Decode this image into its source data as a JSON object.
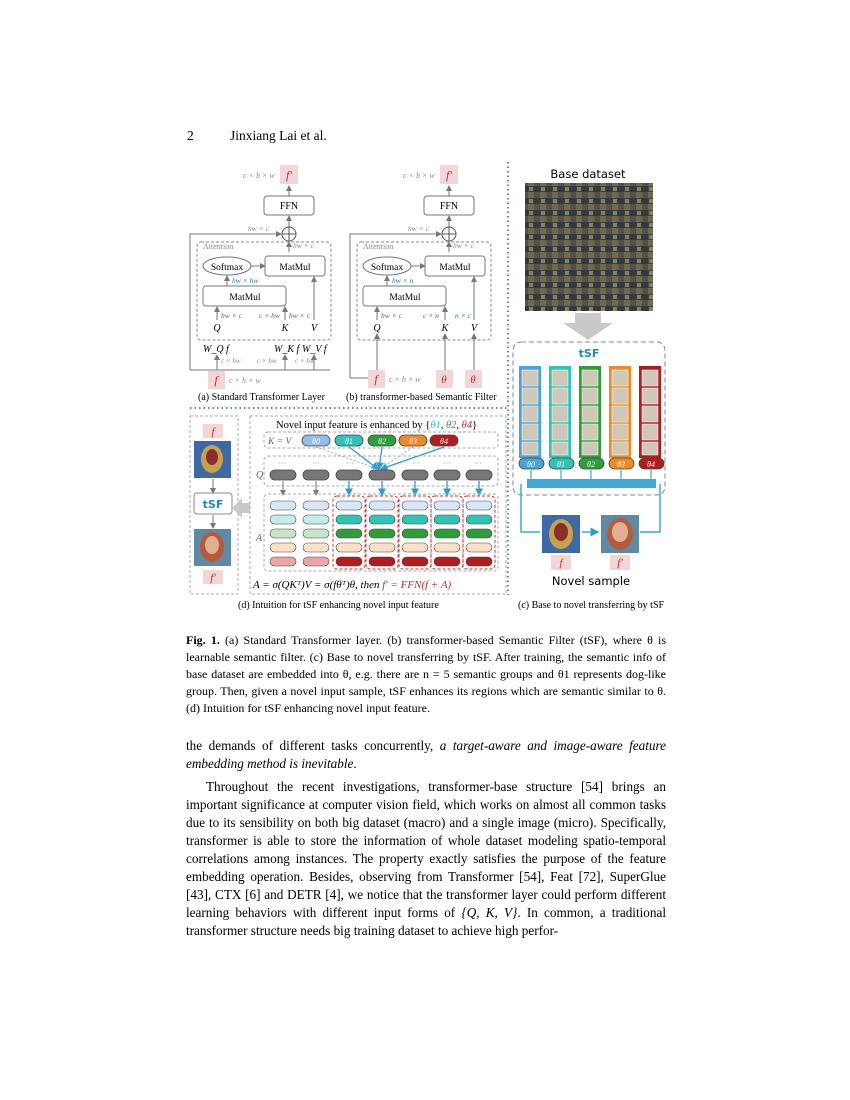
{
  "header": {
    "page_number": "2",
    "authors": "Jinxiang Lai et al."
  },
  "figure": {
    "panel_a": {
      "caption": "(a) Standard Transformer Layer",
      "out_dim": "c × h × w",
      "out_var": "f′",
      "ffn": "FFN",
      "hwc_left": "hw × c",
      "hwc_right": "hw × c",
      "attention": "Attention",
      "softmax": "Softmax",
      "matmul_top": "MatMul",
      "hwhw": "hw × hw",
      "matmul_bottom": "MatMul",
      "d_q": "hw × c",
      "d_k": "c × hw",
      "d_v": "hw × c",
      "q": "Q",
      "k": "K",
      "v": "V",
      "wq": "W_Q f",
      "wk": "W_K f",
      "wv": "W_V f",
      "d_in1": "c × hw",
      "d_in2": "c × hw",
      "d_in3": "c × hw",
      "in_var": "f",
      "in_dim": "c × h × w"
    },
    "panel_b": {
      "caption": "(b) transformer-based Semantic Filter",
      "out_dim": "c × h × w",
      "out_var": "f′",
      "ffn": "FFN",
      "hwc_left": "hw × c",
      "hwc_right": "hw × c",
      "attention": "Attention",
      "softmax": "Softmax",
      "matmul_top": "MatMul",
      "hwn": "hw × n",
      "matmul_bottom": "MatMul",
      "d_q": "hw × c",
      "d_k": "c × n",
      "d_v": "n × c",
      "q": "Q",
      "k": "K",
      "v": "V",
      "in_var": "f",
      "in_dim": "c × h × w",
      "theta1": "θ",
      "theta2": "θ"
    },
    "panel_c": {
      "title": "Base dataset",
      "tsf": "tSF",
      "thetas": [
        "θ0",
        "θ1",
        "θ2",
        "θ3",
        "θ4"
      ],
      "f": "f",
      "f_prime": "f′",
      "novel": "Novel sample",
      "caption": "(c) Base to novel transferring by tSF"
    },
    "panel_d": {
      "heading_prefix": "Novel input feature is enhanced by {",
      "heading_terms": [
        "θ1",
        "θ2",
        "θ4"
      ],
      "heading_suffix": "}",
      "kv": "K = V",
      "q": "Q",
      "a": "A",
      "thetas": [
        "θ0",
        "θ1",
        "θ2",
        "θ3",
        "θ4"
      ],
      "f": "f",
      "tsf": "tSF",
      "f_prime": "f′",
      "formula": "A = σ(QK",
      "formula_full_black": "A = σ(QKᵀ)V = σ(fθᵀ)θ, then ",
      "formula_red": "f′ = FFN(f + A)",
      "caption": "(d) Intuition for tSF enhancing novel input feature"
    },
    "colors": {
      "theta0": "#8fbfe8",
      "theta1": "#2ec4b6",
      "theta2": "#2e9e3a",
      "theta3": "#f08a24",
      "theta4": "#b31c1c",
      "tsf_blue": "#1e88c7"
    }
  },
  "caption": {
    "label": "Fig. 1.",
    "text": "(a) Standard Transformer layer. (b) transformer-based Semantic Filter (tSF), where θ is learnable semantic filter. (c) Base to novel transferring by tSF. After training, the semantic info of base dataset are embedded into θ, e.g. there are n = 5 semantic groups and θ1 represents dog-like group. Then, given a novel input sample, tSF enhances its regions which are semantic similar to θ. (d) Intuition for tSF enhancing novel input feature."
  },
  "body": {
    "p1_start": "the demands of different tasks concurrently, ",
    "p1_italic": "a target-aware and image-aware feature embedding method is inevitable",
    "p1_end": ".",
    "p2_a": "Throughout the recent investigations, transformer-base structure [54] brings an important significance at computer vision field, which works on almost all common tasks due to its sensibility on both big dataset (macro) and a single image (micro). Specifically, transformer is able to store the information of whole dataset modeling spatio-temporal correlations among instances. The property exactly satisfies the purpose of the feature embedding operation. Besides, observing from Transformer [54], Feat [72], SuperGlue [43], CTX [6] and DETR [4], we notice that the transformer layer could perform different learning behaviors with different input forms of ",
    "p2_math": "{Q, K, V}",
    "p2_b": ". In common, a traditional transformer structure needs big training dataset to achieve high perfor-"
  }
}
